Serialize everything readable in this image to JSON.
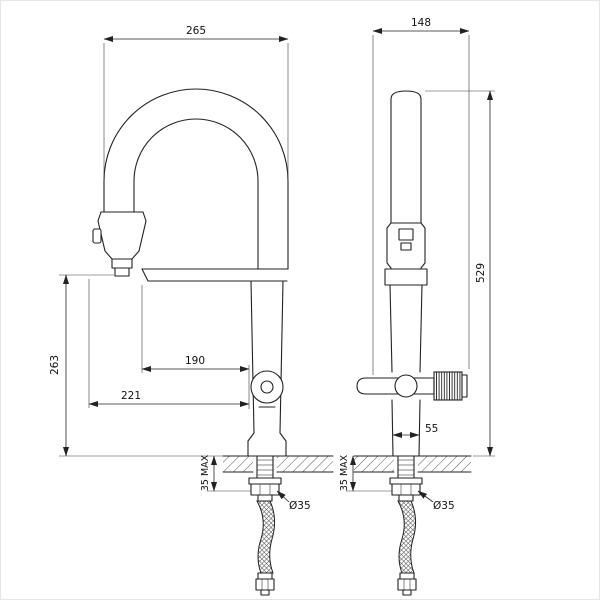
{
  "drawing": {
    "background": "#ffffff",
    "line_color": "#222222",
    "front_view": {
      "dim_overall_width": "265",
      "dim_spout_height": "263",
      "dim_reach_dock": "190",
      "dim_reach_spout": "221",
      "dim_deck_max": "35 MAX",
      "dim_hole_dia": "Ø35"
    },
    "side_view": {
      "dim_overall_depth": "148",
      "dim_overall_height": "529",
      "dim_base_width": "55",
      "dim_deck_max": "35 MAX",
      "dim_hole_dia": "Ø35"
    }
  }
}
